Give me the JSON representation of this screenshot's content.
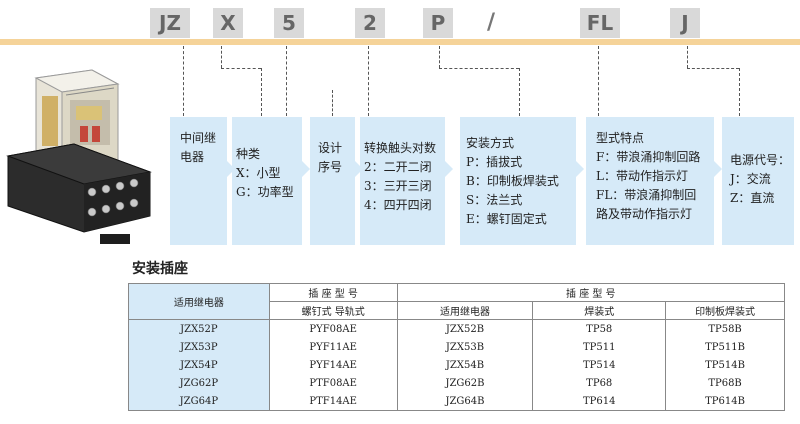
{
  "model_code": {
    "segments": [
      "JZ",
      "X",
      "5",
      "2",
      "P",
      "/",
      "FL",
      "J"
    ]
  },
  "boxes": [
    {
      "lines": [
        "中间继",
        "电器"
      ]
    },
    {
      "lines": [
        "种类",
        "X：小型",
        "G：功率型"
      ]
    },
    {
      "lines": [
        "设计",
        "序号"
      ]
    },
    {
      "lines": [
        "转换触头对数",
        "2：二开二闭",
        "3：三开三闭",
        "4：四开四闭"
      ]
    },
    {
      "lines": [
        "安装方式",
        "P：插拔式",
        "B：印制板焊装式",
        "S：法兰式",
        "E：螺钉固定式"
      ]
    },
    {
      "lines": [
        "型式特点",
        "F：带浪涌抑制回路",
        "L：带动作指示灯",
        "FL：带浪涌抑制回",
        "路及带动作指示灯"
      ]
    },
    {
      "lines": [
        "电源代号：",
        "J：交流",
        "Z：直流"
      ]
    }
  ],
  "socket_section": {
    "title": "安装插座",
    "headers": {
      "relay": "适用继电器",
      "socket_model_a": "插  座  型  号",
      "screw_rail": "螺钉式    导轨式",
      "socket_model_b": "插  座  型  号",
      "relay_b": "适用继电器",
      "solder": "焊装式",
      "pcb": "印制板焊装式"
    },
    "rows": [
      {
        "relay": "JZX52P",
        "screw_rail": "PYF08AE",
        "relay_b": "JZX52B",
        "solder": "TP58",
        "pcb": "TP58B"
      },
      {
        "relay": "JZX53P",
        "screw_rail": "PYF11AE",
        "relay_b": "JZX53B",
        "solder": "TP511",
        "pcb": "TP511B"
      },
      {
        "relay": "JZX54P",
        "screw_rail": "PYF14AE",
        "relay_b": "JZX54B",
        "solder": "TP514",
        "pcb": "TP514B"
      },
      {
        "relay": "JZG62P",
        "screw_rail": "PTF08AE",
        "relay_b": "JZG62B",
        "solder": "TP68",
        "pcb": "TP68B"
      },
      {
        "relay": "JZG64P",
        "screw_rail": "PTF14AE",
        "relay_b": "JZG64B",
        "solder": "TP614",
        "pcb": "TP614B"
      }
    ]
  },
  "colors": {
    "code_box": "#d9d9d9",
    "gold_bar": "#f5d399",
    "info_box": "#d6eaf8"
  }
}
